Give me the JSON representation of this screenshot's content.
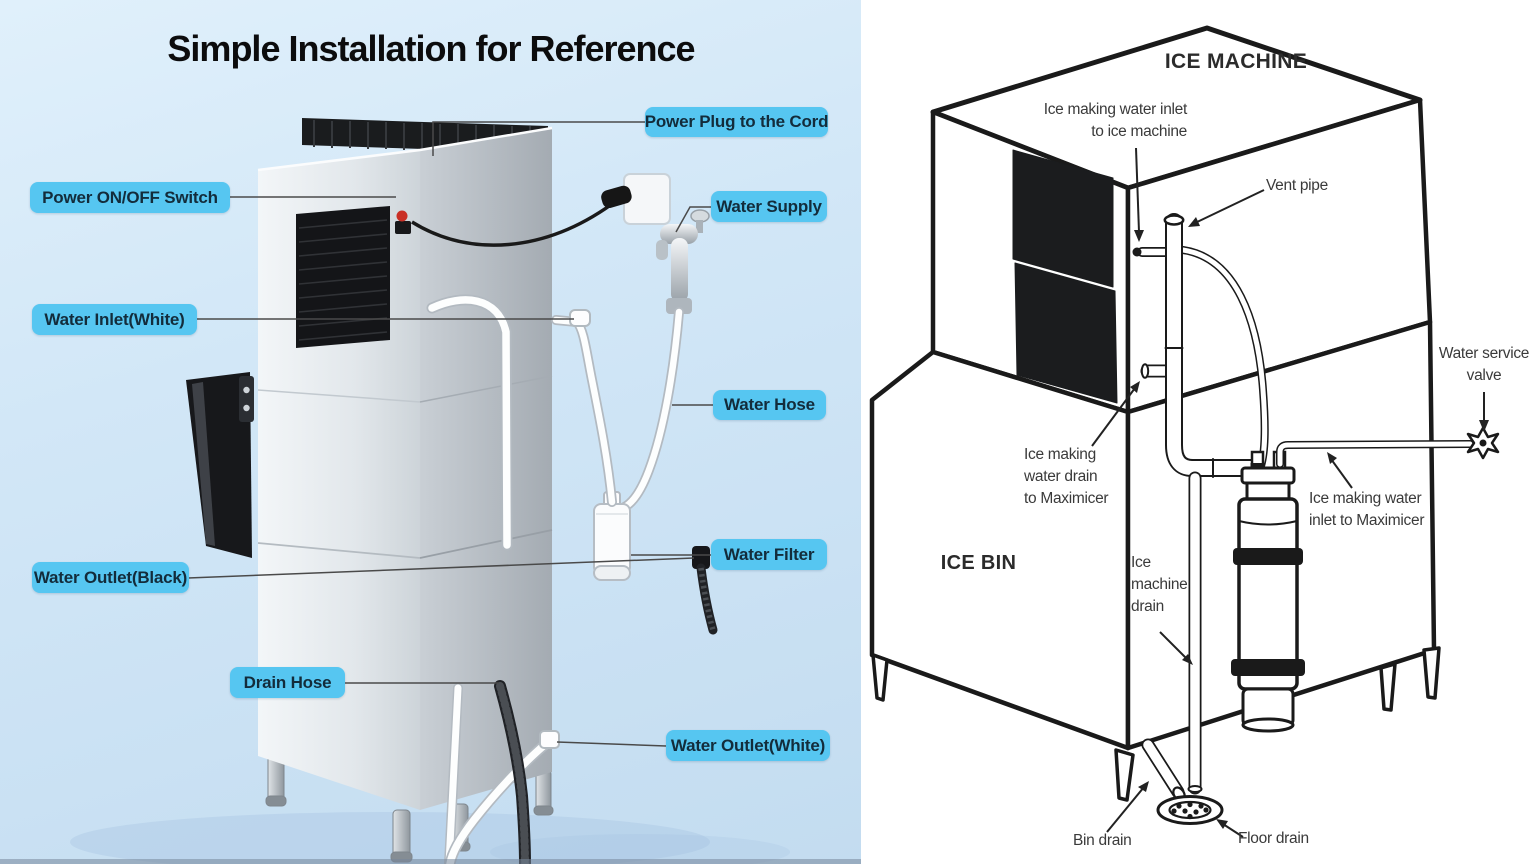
{
  "left_panel": {
    "title": "Simple Installation for Reference",
    "callouts": [
      {
        "id": "power-plug",
        "label": "Power Plug to the Cord"
      },
      {
        "id": "power-switch",
        "label": "Power ON/OFF Switch"
      },
      {
        "id": "water-supply",
        "label": "Water Supply"
      },
      {
        "id": "water-inlet",
        "label": "Water Inlet(White)"
      },
      {
        "id": "water-hose",
        "label": "Water Hose"
      },
      {
        "id": "water-filter",
        "label": "Water Filter"
      },
      {
        "id": "water-outlet-black",
        "label": "Water Outlet(Black)"
      },
      {
        "id": "drain-hose",
        "label": "Drain Hose"
      },
      {
        "id": "water-outlet-white",
        "label": "Water Outlet(White)"
      }
    ]
  },
  "right_panel": {
    "machine_label": "ICE MACHINE",
    "bin_label": "ICE BIN",
    "annotations": {
      "inlet_to_machine": "Ice making water inlet\nto ice machine",
      "vent_pipe": "Vent pipe",
      "water_service_valve": "Water service\nvalve",
      "drain_to_maximicer": "Ice making\nwater drain\nto Maximicer",
      "inlet_to_maximicer": "Ice making water\ninlet to Maximicer",
      "machine_drain": "Ice\nmachine\ndrain",
      "bin_drain": "Bin drain",
      "floor_drain": "Floor drain"
    }
  },
  "colors": {
    "callout_bg": "#56c6f1",
    "callout_text": "#132c3b",
    "line_art": "#1a1a1a",
    "background_left_top": "#e0f0fb",
    "background_left_bottom": "#c3dcf0"
  }
}
